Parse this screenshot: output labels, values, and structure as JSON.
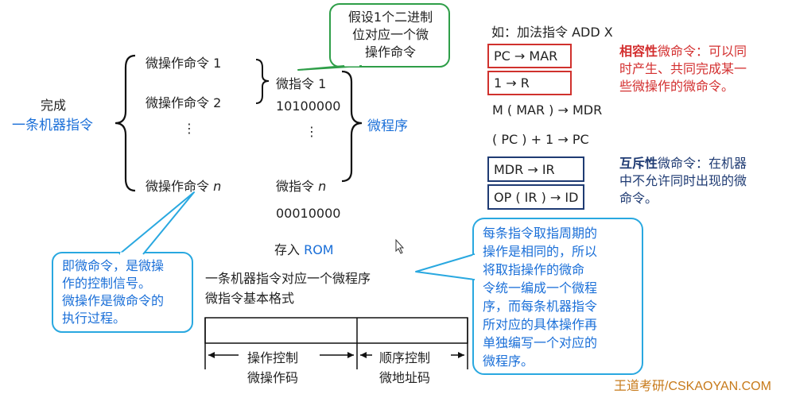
{
  "left": {
    "complete_label": "完成",
    "machine_instr_label": "一条机器指令",
    "ops": [
      "微操作命令 1",
      "微操作命令 2",
      "⋮"
    ],
    "op_n_prefix": "微操作命令 ",
    "op_n_suffix": "n"
  },
  "middle": {
    "micro_instr_1": "微指令 1",
    "code_1": "10100000",
    "dots": "⋮",
    "micro_instr_n_prefix": "微指令 ",
    "micro_instr_n_suffix": "n",
    "code_n": "00010000",
    "store_prefix": "存入 ",
    "store_rom": "ROM",
    "program_label": "微程序"
  },
  "callouts": {
    "green": [
      "假设1个二进制",
      "位对应一个微",
      "操作命令"
    ],
    "left_blue": [
      "即微命令，是微操",
      "作的控制信号。",
      "微操作是微命令的",
      "执行过程。"
    ],
    "right_blue": [
      "每条指令取指周期的",
      "操作是相同的，所以",
      "将取指操作的微命",
      "令统一编成一个微程",
      "序，而每条机器指令",
      "所对应的具体操作再",
      "单独编写一个对应的",
      "微程序。"
    ]
  },
  "bottom": {
    "line1": "一条机器指令对应一个微程序",
    "line2": "微指令基本格式",
    "field1_top": "操作控制",
    "field1_bottom": "微操作码",
    "field2_top": "顺序控制",
    "field2_bottom": "微地址码"
  },
  "right": {
    "example": "如：加法指令 ADD  X",
    "steps": [
      "PC → MAR",
      "1 → R",
      "M ( MAR ) → MDR",
      "( PC ) + 1 → PC",
      "MDR → IR",
      "OP ( IR ) → ID"
    ],
    "compat_title": "相容性",
    "compat_lines": [
      "微命令：可以同",
      "时产生、共同完成某一",
      "些微操作的微命令。"
    ],
    "mutex_title": "互斥性",
    "mutex_lines": [
      "微命令：在机器",
      "中不允许同时出现的微",
      "命令。"
    ]
  },
  "watermark": "王道考研/CSKAOYAN.COM",
  "colors": {
    "blue": "#1a6fd8",
    "red": "#d32f2f",
    "navy": "#1f3b73",
    "green": "#2e9e48"
  }
}
